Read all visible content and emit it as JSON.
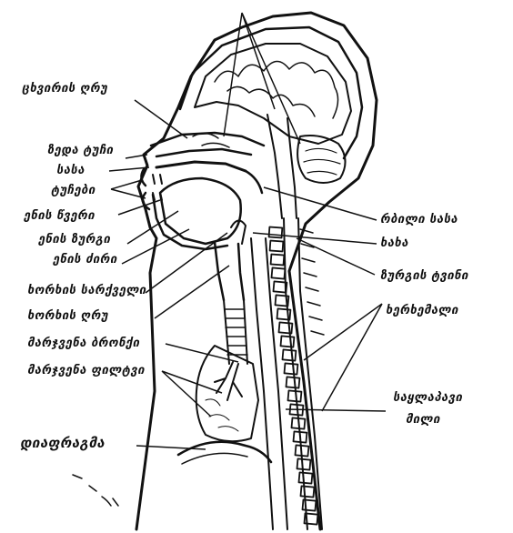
{
  "diagram": {
    "labels": {
      "l01": "ცხვირის ღრუ",
      "l02": "ზედა ტუჩი",
      "l03": "სასა",
      "l04": "ტუჩები",
      "l05": "ენის წვერი",
      "l06": "ენის ზურგი",
      "l07": "ენის ძირი",
      "l08": "ხორხის სარქველი",
      "l09": "ხორხის ღრუ",
      "l10": "მარჯვენა ბრონქი",
      "l11": "მარჯვენა ფილტვი",
      "l12": "დიაფრაგმა",
      "l13": "რბილი სასა",
      "l14": "ხახა",
      "l15": "ზურგის ტვინი",
      "l16": "ხერხემალი",
      "l17": "საყლაპავი",
      "l18": "მილი"
    }
  }
}
